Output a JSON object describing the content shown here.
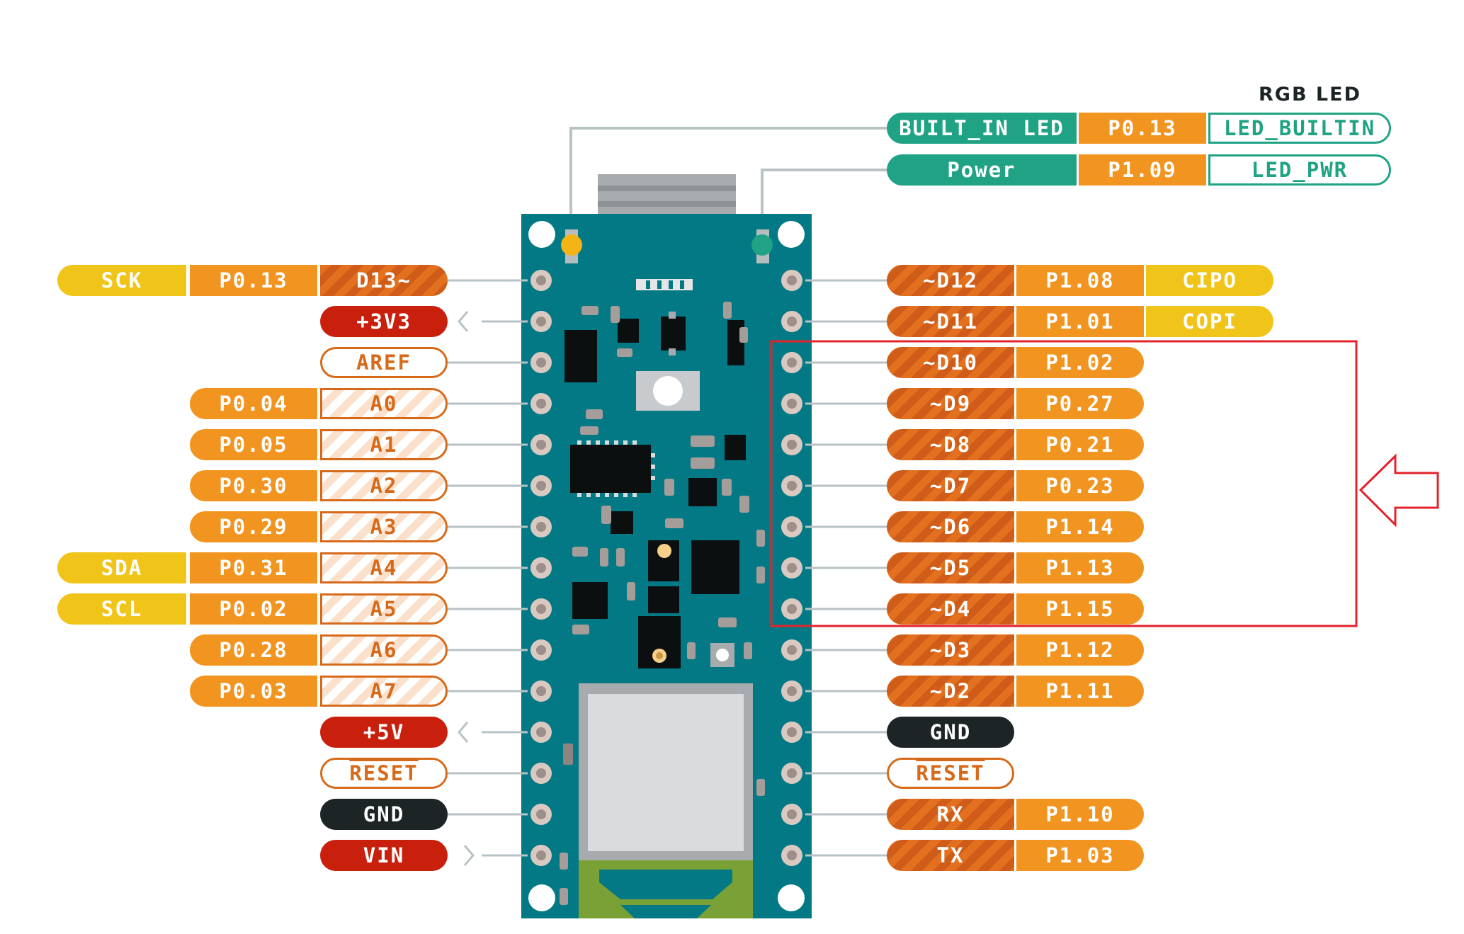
{
  "colors": {
    "board": "#037985",
    "yellow_label": "#f0c419",
    "orange_label": "#f29420",
    "power_label": "#c8200d",
    "ground_label": "#1c2426",
    "led_label": "#1fa384",
    "highlight_box": "#e3232c"
  },
  "top": {
    "rgb_title": "RGB LED",
    "builtin": {
      "name": "BUILT_IN LED",
      "port": "P0.13",
      "alias": "LED_BUILTIN"
    },
    "power": {
      "name": "Power",
      "port": "P1.09",
      "alias": "LED_PWR"
    }
  },
  "left": [
    {
      "extra": "SCK",
      "port": "P0.13",
      "pin": "D13~"
    },
    {
      "pin": "+3V3"
    },
    {
      "pin": "AREF"
    },
    {
      "port": "P0.04",
      "pin": "A0"
    },
    {
      "port": "P0.05",
      "pin": "A1"
    },
    {
      "port": "P0.30",
      "pin": "A2"
    },
    {
      "port": "P0.29",
      "pin": "A3"
    },
    {
      "extra": "SDA",
      "port": "P0.31",
      "pin": "A4"
    },
    {
      "extra": "SCL",
      "port": "P0.02",
      "pin": "A5"
    },
    {
      "port": "P0.28",
      "pin": "A6"
    },
    {
      "port": "P0.03",
      "pin": "A7"
    },
    {
      "pin": "+5V"
    },
    {
      "pin": "RESET"
    },
    {
      "pin": "GND"
    },
    {
      "pin": "VIN"
    }
  ],
  "right": [
    {
      "pin": "~D12",
      "port": "P1.08",
      "extra": "CIPO"
    },
    {
      "pin": "~D11",
      "port": "P1.01",
      "extra": "COPI"
    },
    {
      "pin": "~D10",
      "port": "P1.02"
    },
    {
      "pin": "~D9",
      "port": "P0.27"
    },
    {
      "pin": "~D8",
      "port": "P0.21"
    },
    {
      "pin": "~D7",
      "port": "P0.23"
    },
    {
      "pin": "~D6",
      "port": "P1.14"
    },
    {
      "pin": "~D5",
      "port": "P1.13"
    },
    {
      "pin": "~D4",
      "port": "P1.15"
    },
    {
      "pin": "~D3",
      "port": "P1.12"
    },
    {
      "pin": "~D2",
      "port": "P1.11"
    },
    {
      "pin": "GND"
    },
    {
      "pin": "RESET"
    },
    {
      "pin": "RX",
      "port": "P1.10"
    },
    {
      "pin": "TX",
      "port": "P1.03"
    }
  ]
}
